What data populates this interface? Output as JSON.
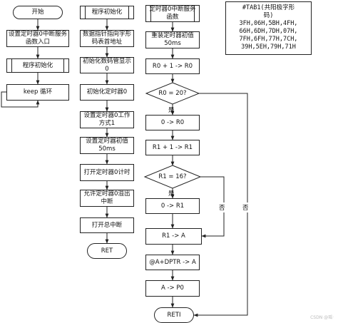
{
  "flow1": {
    "start": "开始",
    "set_entry": "设置定时器0中断服务函数入口",
    "init": "程序初始化",
    "loop": "keep 循环"
  },
  "flow2": {
    "init": "程序初始化",
    "table_addr": "数据指针指向字形码表首地址",
    "init_display": "初始化数码管显示0",
    "init_timer": "初始化定时器0",
    "mode": "设置定时器0工作方式1",
    "initial_val": "设置定时器初值50ms",
    "start_timer": "打开定时器0计时",
    "allow_int": "允许定时器0溢出中断",
    "enable_all": "打开总中断",
    "ret": "RET"
  },
  "flow3": {
    "isr": "定时器0中断服务函数",
    "reload": "重装定时器初值50ms",
    "inc_r0": "R0 + 1 -> R0",
    "cond_r0": "R0 = 20?",
    "yes1": "是",
    "clr_r0": "0 -> R0",
    "inc_r1": "R1 + 1 -> R1",
    "cond_r1": "R1 = 16?",
    "yes2": "是",
    "clr_r1": "0 -> R1",
    "r1_a": "R1 -> A",
    "movc": "@A+DPTR -> A",
    "a_p0": "A -> P0",
    "reti": "RETI",
    "no1": "否",
    "no2": "否"
  },
  "table": {
    "lines": [
      "#TAB1(共阳极字形",
      "码)",
      "3FH,06H,5BH,4FH,",
      "66H,6DH,7DH,07H,",
      "7FH,6FH,77H,7CH,",
      "39H,5EH,79H,71H"
    ]
  },
  "watermark": "CSDN @瑶·"
}
